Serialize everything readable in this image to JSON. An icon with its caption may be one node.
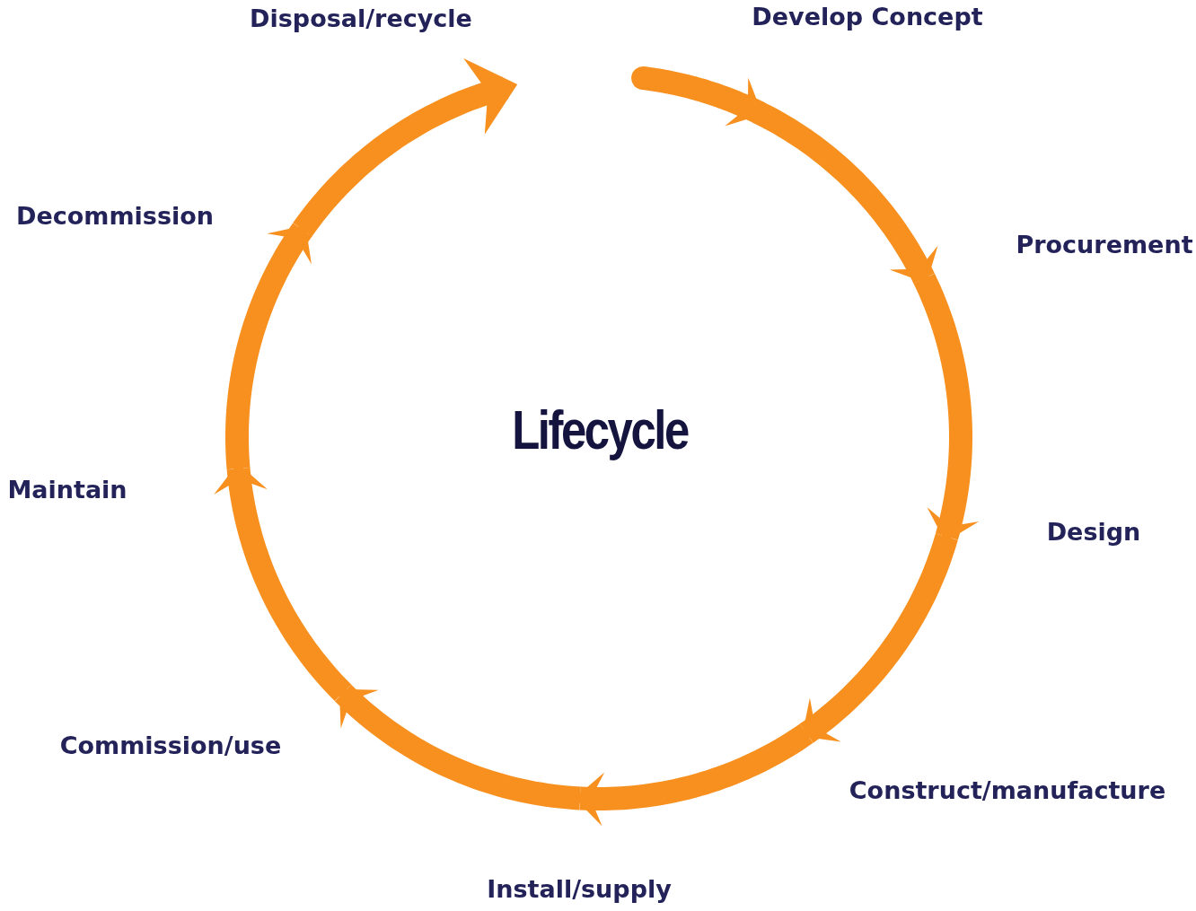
{
  "diagram": {
    "title": "Lifecycle",
    "labels": [
      "Develop Concept",
      "Procurement",
      "Design",
      "Construct/manufacture",
      "Install/supply",
      "Commission/use",
      "Maintain",
      "Decommission",
      "Disposal/recycle"
    ]
  }
}
